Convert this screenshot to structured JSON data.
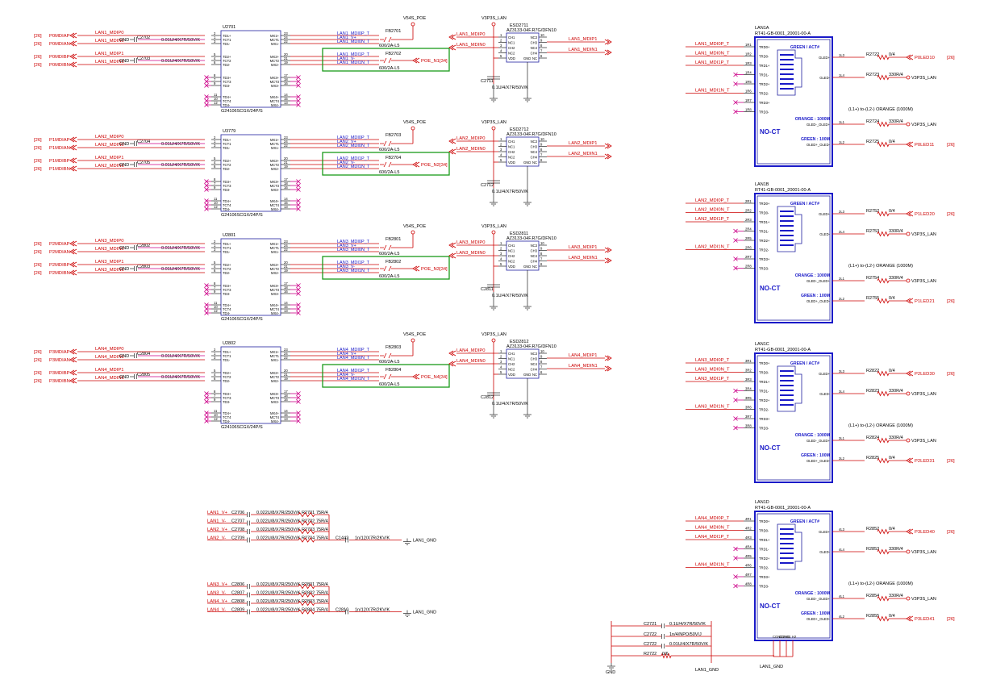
{
  "transformer_groups": [
    {
      "ref": "U2701",
      "part": "G24106SCGX/24P/S",
      "ports": [
        "P0MDIAP",
        "P0MDIAN",
        "P0MDIBP",
        "P0MDIBN"
      ],
      "in_nets": [
        "LAN1_MDIP0",
        "LAN1_MDIN0",
        "LAN1_MDIP1",
        "LAN1_MDIN1"
      ],
      "caps": [
        "C2702",
        "C2703"
      ],
      "cap_value": "0.01U/4/X7R/50V/K",
      "out_nets": [
        "LAN1_MDI0P_T",
        "LAN1_V+",
        "LAN1_MDI0N_T",
        "LAN1_MDI1P_T",
        "LAN1_V-",
        "LAN1_MDI1N_T"
      ],
      "poe_label": "V54S_POE",
      "fb": [
        "FB2701",
        "FB2702"
      ],
      "fb_value": "600/2A-L5",
      "poe_net": "POE_N1",
      "poe_ref": "[34]",
      "esd": "ESD2711",
      "esd_part": "AZ3133-04F.R7G/DFN10",
      "esd_in": [
        "LAN1_MDIP0",
        "LAN1_MDIN0"
      ],
      "esd_out": [
        "LAN1_MDIP1",
        "LAN1_MDIN1"
      ],
      "esd_cap": "C2711",
      "esd_cap_value": "0.1U/4/X7R/50V/K"
    },
    {
      "ref": "U3779",
      "part": "G24106SCGX/24P/S",
      "ports": [
        "P1MDIAP",
        "P1MDIAN",
        "P1MDIBP",
        "P1MDIBN"
      ],
      "in_nets": [
        "LAN2_MDIP0",
        "LAN2_MDIN0",
        "LAN2_MDIP1",
        "LAN2_MDIN1"
      ],
      "caps": [
        "C2704",
        "C2705"
      ],
      "cap_value": "0.01U/4/X7R/50V/K",
      "out_nets": [
        "LAN2_MDI0P_T",
        "LAN2_V+",
        "LAN2_MDI0N_T",
        "LAN2_MDI1P_T",
        "LAN2_V-",
        "LAN2_MDI1N_T"
      ],
      "poe_label": "V54S_POE",
      "fb": [
        "FB2703",
        "FB2704"
      ],
      "fb_value": "600/2A-L5",
      "poe_net": "POE_N2",
      "poe_ref": "[34]",
      "esd": "ESD2712",
      "esd_part": "AZ3133-04F.R7G/DFN10",
      "esd_in": [
        "LAN2_MDIP0",
        "LAN2_MDIN0"
      ],
      "esd_out": [
        "LAN2_MDIP1",
        "LAN2_MDIN1"
      ],
      "esd_cap": "C2712",
      "esd_cap_value": "0.1U/4/X7R/50V/K"
    },
    {
      "ref": "U2801",
      "part": "G24106SCGX/24P/S",
      "ports": [
        "P2MDIAP",
        "P2MDIAN",
        "P2MDIBP",
        "P2MDIBN"
      ],
      "in_nets": [
        "LAN3_MDIP0",
        "LAN3_MDIN0",
        "LAN3_MDIP1",
        "LAN3_MDIN1"
      ],
      "caps": [
        "C2802",
        "C2803"
      ],
      "cap_value": "0.01U/4/X7R/50V/K",
      "out_nets": [
        "LAN3_MDI0P_T",
        "LAN3_V+",
        "LAN3_MDI0N_T",
        "LAN3_MDI1P_T",
        "LAN3_V-",
        "LAN3_MDI1N_T"
      ],
      "poe_label": "V54S_POE",
      "fb": [
        "FB2801",
        "FB2802"
      ],
      "fb_value": "600/2A-L5",
      "poe_net": "POE_N3",
      "poe_ref": "[34]",
      "esd": "ESD2811",
      "esd_part": "AZ3133-04F.R7G/DFN10",
      "esd_in": [
        "LAN3_MDIP0",
        "LAN3_MDIN0"
      ],
      "esd_out": [
        "LAN3_MDIP1",
        "LAN3_MDIN1"
      ],
      "esd_cap": "C2811",
      "esd_cap_value": "0.1U/4/X7R/50V/K"
    },
    {
      "ref": "U2802",
      "part": "G24106SCGX/24P/S",
      "ports": [
        "P3MDIAP",
        "P3MDIAN",
        "P3MDIBP",
        "P3MDIBN"
      ],
      "in_nets": [
        "LAN4_MDIP0",
        "LAN4_MDIN0",
        "LAN4_MDIP1",
        "LAN4_MDIN1"
      ],
      "caps": [
        "C2804",
        "C2805"
      ],
      "cap_value": "0.01U/4/X7R/50V/K",
      "out_nets": [
        "LAN4_MDI0P_T",
        "LAN4_V+",
        "LAN4_MDI0N_T",
        "LAN4_MDI1P_T",
        "LAN4_V-",
        "LAN4_MDI1N_T"
      ],
      "poe_label": "V54S_POE",
      "fb": [
        "FB2803",
        "FB2804"
      ],
      "fb_value": "600/2A-L5",
      "poe_net": "POE_N4",
      "poe_ref": "[34]",
      "esd": "ESD2812",
      "esd_part": "AZ3133-04F.R7G/DFN10",
      "esd_in": [
        "LAN4_MDIP0",
        "LAN4_MDIN0"
      ],
      "esd_out": [
        "LAN4_MDIP1",
        "LAN4_MDIN1"
      ],
      "esd_cap": "C2812",
      "esd_cap_value": "0.1U/4/X7R/50V/K"
    }
  ],
  "common": {
    "port_ref": "[26]",
    "gnd": "GND",
    "esd_supply": "V3P3S_LAN",
    "xfmr_left_pins": [
      "TD1+",
      "TCT1",
      "TD1-",
      "TD2+",
      "TCT2",
      "TD2-",
      "TD3+",
      "TCT3",
      "TD3-",
      "TD4+",
      "TCT4",
      "TD4-"
    ],
    "xfmr_right_pins": [
      "MX1+",
      "MCT1",
      "MX1-",
      "MX2+",
      "MCT2",
      "MX2-",
      "MX3+",
      "MCT3",
      "MX3-",
      "MX4+",
      "MCT4",
      "MX4-"
    ],
    "xfmr_left_nums": [
      "2",
      "1",
      "3",
      "5",
      "4",
      "6",
      "8",
      "7",
      "9",
      "11",
      "10",
      "12"
    ],
    "xfmr_right_nums": [
      "23",
      "24",
      "22",
      "20",
      "21",
      "19",
      "17",
      "18",
      "16",
      "14",
      "15",
      "13"
    ],
    "esd_left_pins": [
      "CH1",
      "NC1",
      "CH2",
      "NC2",
      "VDD"
    ],
    "esd_left_nums": [
      "1",
      "2",
      "3",
      "4",
      "5"
    ],
    "esd_right_pins": [
      "NC3",
      "CH3",
      "NC4",
      "CH4",
      "NC"
    ],
    "esd_right_nums": [
      "10",
      "9",
      "8",
      "7",
      "6"
    ],
    "esd_gnd_pin": "GND"
  },
  "connectors": [
    {
      "ref": "LAN1A",
      "part": "RT41-GB-0001_20001-00-A",
      "nets": [
        "LAN1_MDI0P_T",
        "LAN1_MDI0N_T",
        "LAN1_MDI1P_T",
        "LAN1_MDI1N_T"
      ],
      "pins": [
        "1R1",
        "1R2",
        "1R3",
        "1R4",
        "1R5",
        "1R6",
        "1R7",
        "1R8"
      ],
      "res": [
        "R2722",
        "R2723",
        "R2724",
        "R2725"
      ],
      "res_vals": [
        "0/4",
        "330R/4",
        "330R/4",
        "0/4"
      ],
      "nodes": [
        "1L3",
        "1L4",
        "1L1",
        "1L2"
      ],
      "leds": [
        "P0LED10",
        "P0LED11"
      ]
    },
    {
      "ref": "LAN1B",
      "part": "RT41-GB-0001_20001-00-A",
      "nets": [
        "LAN2_MDI0P_T",
        "LAN2_MDI0N_T",
        "LAN2_MDI1P_T",
        "LAN2_MDI1N_T"
      ],
      "pins": [
        "2R1",
        "2R2",
        "2R3",
        "2R4",
        "2R5",
        "2R6",
        "2R7",
        "2R8"
      ],
      "res": [
        "R2752",
        "R2753",
        "R2754",
        "R2755"
      ],
      "res_vals": [
        "0/4",
        "330R/4",
        "330R/4",
        "0/4"
      ],
      "nodes": [
        "2L3",
        "2L4",
        "2L1",
        "2L2"
      ],
      "leds": [
        "P1LED20",
        "P1LED21"
      ]
    },
    {
      "ref": "LAN1C",
      "part": "RT41-GB-0001_20001-00-A",
      "nets": [
        "LAN3_MDI0P_T",
        "LAN3_MDI0N_T",
        "LAN3_MDI1P_T",
        "LAN3_MDI1N_T"
      ],
      "pins": [
        "3R1",
        "3R2",
        "3R3",
        "3R4",
        "3R5",
        "3R6",
        "3R7",
        "3R8"
      ],
      "res": [
        "R2822",
        "R2823",
        "R2824",
        "R2825"
      ],
      "res_vals": [
        "0/4",
        "330R/4",
        "330R/4",
        "0/4"
      ],
      "nodes": [
        "3L3",
        "3L4",
        "3L1",
        "3L2"
      ],
      "leds": [
        "P2LED30",
        "P2LED31"
      ]
    },
    {
      "ref": "LAN1D",
      "part": "RT41-GB-0001_20001-00-A",
      "nets": [
        "LAN4_MDI0P_T",
        "LAN4_MDI0N_T",
        "LAN4_MDI1P_T",
        "LAN4_MDI1N_T"
      ],
      "pins": [
        "4R1",
        "4R2",
        "4R3",
        "4R4",
        "4R5",
        "4R6",
        "4R7",
        "4R8"
      ],
      "res": [
        "R2852",
        "R2853",
        "R2854",
        "R2855"
      ],
      "res_vals": [
        "0/4",
        "330R/4",
        "330R/4",
        "0/4"
      ],
      "nodes": [
        "4L3",
        "4L4",
        "4L1",
        "4L2"
      ],
      "leds": [
        "P3LED40",
        "P3LED41"
      ]
    }
  ],
  "connector_common": {
    "trd_pins": [
      "TRD0+",
      "TRD0-",
      "TRD1+",
      "TRD1-",
      "TRD2+",
      "TRD2-",
      "TRD3+",
      "TRD3-"
    ],
    "green_act": "GREEN / ACT#",
    "gled_plus": "GLED+",
    "gled_minus": "GLED-",
    "note": "(L1+) to-(L2-) ORANGE (1000M)",
    "orange": "ORANGE : 1000M",
    "oled_label_a": "GLED-_OLED+",
    "green100": "GREEN : 100M",
    "oled_label_b": "OLED+_OLED-",
    "nct": "NO-CT",
    "supply": "V3P3S_LAN",
    "led_ref": "[26]",
    "bottom_pins": [
      "CGND2",
      "CGND1",
      "H1",
      "H2"
    ]
  },
  "bob_smith": {
    "g1": {
      "nets": [
        "LAN1_V+",
        "LAN1_V-",
        "LAN2_V+",
        "LAN2_V-"
      ],
      "caps": [
        "C2706",
        "C2707",
        "C2708",
        "C2709"
      ],
      "res": [
        "R2701",
        "R2702",
        "R2703",
        "R2704"
      ],
      "val": "0.022U/8/X7R/250V/K",
      "rval": "75R/4",
      "hv_cap": "C1442",
      "hv_val": "1n/12/X7R/2KV/K",
      "gnd": "LAN1_GND"
    },
    "g2": {
      "nets": [
        "LAN3_V+",
        "LAN3_V-",
        "LAN4_V+",
        "LAN4_V-"
      ],
      "caps": [
        "C2806",
        "C2807",
        "C2808",
        "C2809"
      ],
      "res": [
        "R2801",
        "R2802",
        "R2803",
        "R2804"
      ],
      "val": "0.022U/8/X7R/250V/K",
      "rval": "75R/4",
      "hv_cap": "C2810",
      "hv_val": "1n/12/X7R/2KV/K",
      "gnd": "LAN1_GND"
    }
  },
  "bottom_bridge": {
    "caps": [
      "C2721",
      "C2722",
      "C2722"
    ],
    "vals": [
      "0.1U/4/X7R/50V/K",
      "1n/4/NPO/50V/J",
      "0.01U/4/X7R/50V/K"
    ],
    "res": "R2722",
    "res_val": "0/6",
    "gnd": "GND",
    "lan_gnd": "LAN1_GND"
  }
}
